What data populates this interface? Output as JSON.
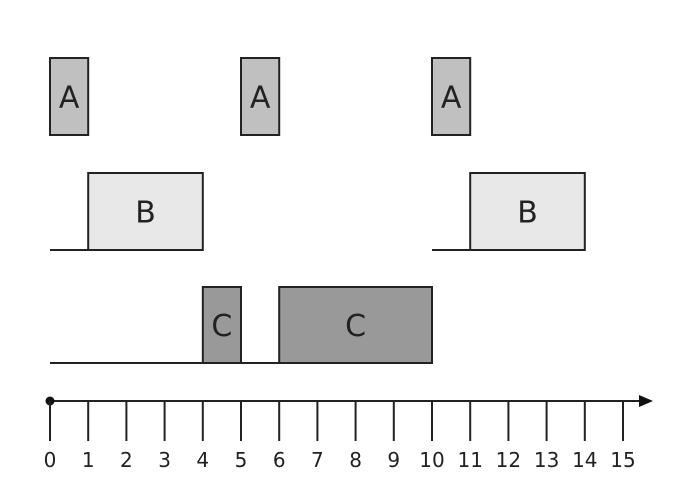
{
  "diagram": {
    "axis": {
      "ticks": [
        0,
        1,
        2,
        3,
        4,
        5,
        6,
        7,
        8,
        9,
        10,
        11,
        12,
        13,
        14,
        15
      ],
      "tick_labels": [
        "0",
        "1",
        "2",
        "3",
        "4",
        "5",
        "6",
        "7",
        "8",
        "9",
        "10",
        "11",
        "12",
        "13",
        "14",
        "15"
      ]
    },
    "tasks": [
      {
        "label": "A",
        "color": "#c0c0c0",
        "baseline": [],
        "blocks": [
          {
            "start": 0,
            "end": 1,
            "label": "A"
          },
          {
            "start": 5,
            "end": 6,
            "label": "A"
          },
          {
            "start": 10,
            "end": 11,
            "label": "A"
          }
        ]
      },
      {
        "label": "B",
        "color": "#e8e8e8",
        "baseline": [
          {
            "start": 0,
            "end": 1
          },
          {
            "start": 10,
            "end": 11
          }
        ],
        "blocks": [
          {
            "start": 1,
            "end": 4,
            "label": "B"
          },
          {
            "start": 11,
            "end": 14,
            "label": "B"
          }
        ]
      },
      {
        "label": "C",
        "color": "#999999",
        "baseline": [
          {
            "start": 0,
            "end": 4
          },
          {
            "start": 5,
            "end": 6
          }
        ],
        "blocks": [
          {
            "start": 4,
            "end": 5,
            "label": "C"
          },
          {
            "start": 6,
            "end": 10,
            "label": "C"
          }
        ]
      }
    ]
  }
}
